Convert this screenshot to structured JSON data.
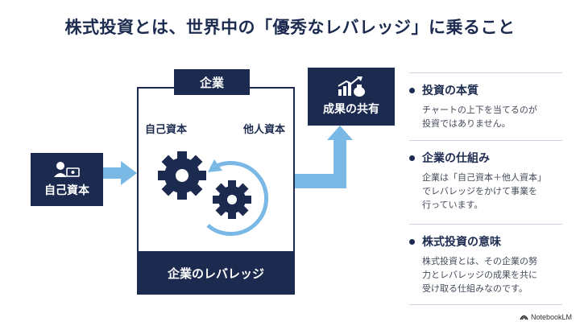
{
  "title": "株式投資とは、世界中の「優秀なレバレッジ」に乗ること",
  "diagram": {
    "corp_label": "企業",
    "own_capital_in": "自己資本",
    "other_capital_in": "他人資本",
    "investor_label": "自己資本",
    "leverage_label": "企業のレバレッジ",
    "result_label": "成果の共有"
  },
  "points": [
    {
      "heading": "投資の本質",
      "body": "チャートの上下を当てるのが\n投資ではありません。"
    },
    {
      "heading": "企業の仕組み",
      "body": "企業は「自己資本＋他人資本」\nでレバレッジをかけて事業を\n行っています。"
    },
    {
      "heading": "株式投資の意味",
      "body": "株式投資とは、その企業の努\n力とレバレッジの成果を共に\n受け取る仕組みなのです。"
    }
  ],
  "brand": "NotebookLM",
  "colors": {
    "navy": "#1b2a4e",
    "arrow_blue": "#7ab8e6",
    "divider": "#c8d3e0"
  },
  "icons": [
    "investor-icon",
    "gear-icon",
    "money-bag-chart-icon",
    "refresh-arrow-icon"
  ]
}
